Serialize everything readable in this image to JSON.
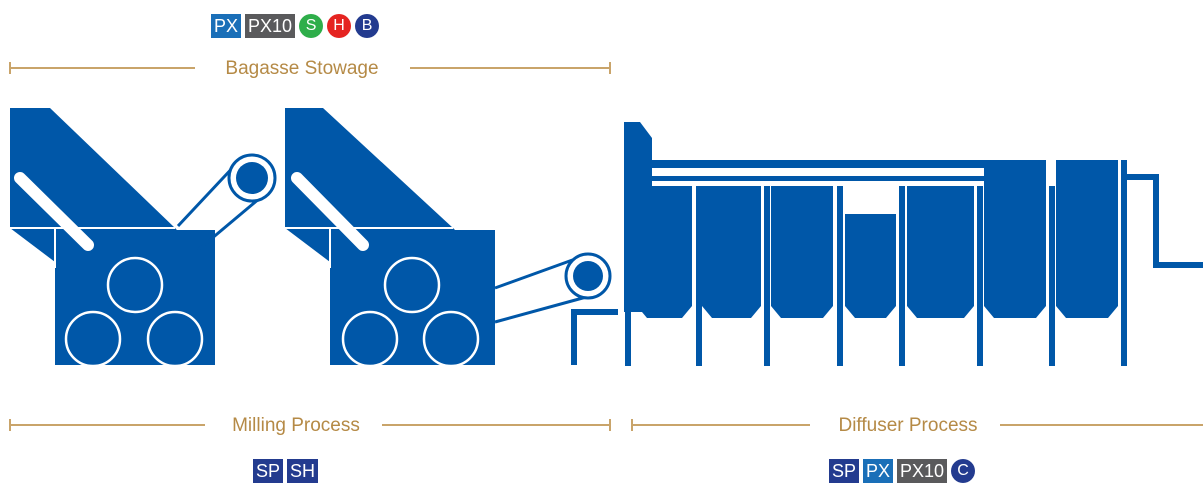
{
  "sections": {
    "bagasse": "Bagasse Stowage",
    "milling": "Milling Process",
    "diffuser": "Diffuser Process"
  },
  "badges": {
    "bagasse": [
      {
        "text": "PX",
        "style": "square-blue"
      },
      {
        "text": "PX10",
        "style": "square-gray"
      },
      {
        "text": "S",
        "style": "circle-green"
      },
      {
        "text": "H",
        "style": "circle-red"
      },
      {
        "text": "B",
        "style": "circle-navy"
      }
    ],
    "milling": [
      {
        "text": "SP",
        "style": "square-navy"
      },
      {
        "text": "SH",
        "style": "square-navy"
      }
    ],
    "diffuser": [
      {
        "text": "SP",
        "style": "square-navy"
      },
      {
        "text": "PX",
        "style": "square-blue"
      },
      {
        "text": "PX10",
        "style": "square-gray"
      },
      {
        "text": "C",
        "style": "circle-navy"
      }
    ]
  },
  "colors": {
    "machine": "#0057a8",
    "label": "#b58a46",
    "px": "#1a6fb8",
    "px10": "#5a5a5c",
    "navy": "#233b8f",
    "green": "#2eae4a",
    "red": "#e52421"
  }
}
